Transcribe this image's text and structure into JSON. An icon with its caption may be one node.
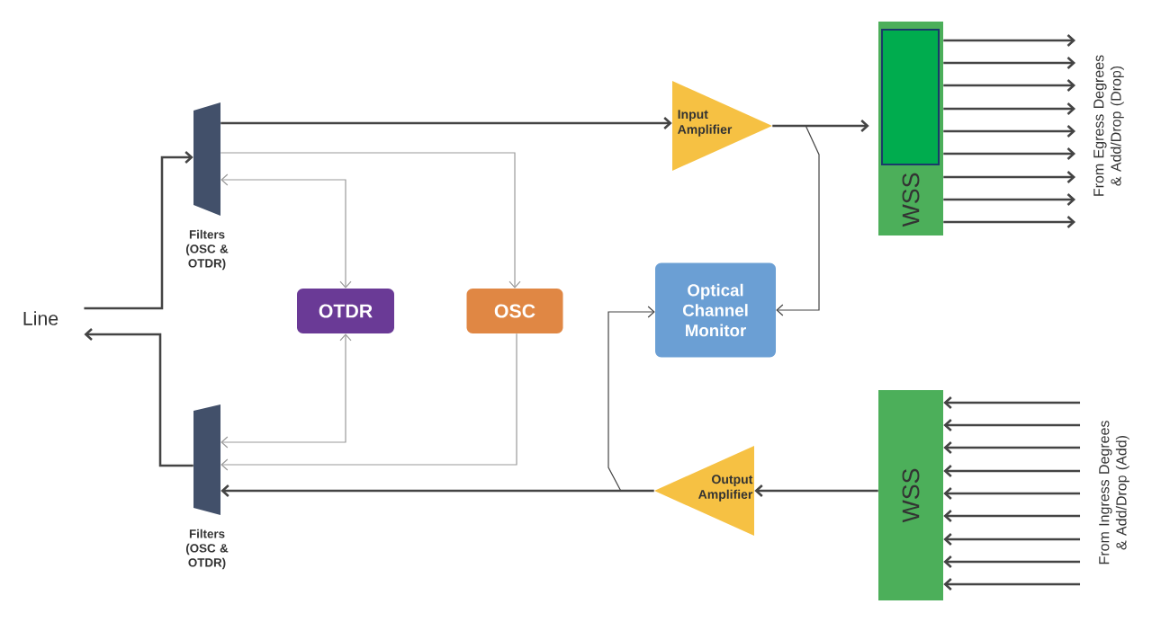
{
  "diagram": {
    "nodes": [
      {
        "text": [
          "Line"
        ]
      },
      {
        "text": [
          "Filters (OSC & OTDR)"
        ]
      },
      {
        "text": [
          "Filters (OSC & OTDR)"
        ]
      },
      {
        "text": [
          "OTDR"
        ]
      },
      {
        "text": [
          "OSC"
        ]
      },
      {
        "text": [
          "Input Amplifier"
        ]
      },
      {
        "text": [
          "Optical Channel Monitor"
        ]
      },
      {
        "text": [
          "WSS"
        ]
      },
      {
        "text": [
          "Output Amplifier"
        ]
      },
      {
        "text": [
          "WSS"
        ]
      }
    ],
    "edges": [
      {
        "from": 0,
        "to": 1,
        "arrow": "to"
      },
      {
        "from": 2,
        "to": 0,
        "arrow": "to"
      },
      {
        "from": 1,
        "to": 5,
        "arrow": "to"
      },
      {
        "from": 1,
        "to": 4,
        "arrow": "to",
        "color": "#9a9a9a"
      },
      {
        "from": 3,
        "to": 1,
        "arrow": "both",
        "color": "#9a9a9a"
      },
      {
        "from": 3,
        "to": 2,
        "arrow": "both",
        "color": "#9a9a9a"
      },
      {
        "from": 4,
        "to": 2,
        "arrow": "to",
        "color": "#9a9a9a"
      },
      {
        "from": 5,
        "to": 7,
        "arrow": "to"
      },
      {
        "from": 5,
        "to": 6,
        "arrow": "to"
      },
      {
        "from": 9,
        "to": 8,
        "arrow": "to"
      },
      {
        "from": 8,
        "to": 2,
        "arrow": "to"
      },
      {
        "from": 8,
        "to": 6,
        "arrow": "to"
      },
      {
        "from": 7,
        "to": null,
        "arrow": "to"
      },
      {
        "from": 7,
        "to": null,
        "arrow": "to"
      },
      {
        "from": 7,
        "to": null,
        "arrow": "to"
      },
      {
        "from": 7,
        "to": null,
        "arrow": "to"
      },
      {
        "from": 7,
        "to": null,
        "arrow": "to"
      },
      {
        "from": 7,
        "to": null,
        "arrow": "to"
      },
      {
        "from": 7,
        "to": null,
        "arrow": "to"
      },
      {
        "from": 7,
        "to": null,
        "arrow": "to"
      },
      {
        "from": 7,
        "to": null,
        "arrow": "to"
      },
      {
        "from": null,
        "to": 9,
        "arrow": "to"
      },
      {
        "from": null,
        "to": 9,
        "arrow": "to"
      },
      {
        "from": null,
        "to": 9,
        "arrow": "to"
      },
      {
        "from": null,
        "to": 9,
        "arrow": "to"
      },
      {
        "from": null,
        "to": 9,
        "arrow": "to"
      },
      {
        "from": null,
        "to": 9,
        "arrow": "to"
      },
      {
        "from": null,
        "to": 9,
        "arrow": "to"
      },
      {
        "from": null,
        "to": 9,
        "arrow": "to"
      },
      {
        "from": null,
        "to": 9,
        "arrow": "to"
      }
    ],
    "labels": [
      "From Egress Degrees & Add/Drop (Drop)",
      "From Ingress Degrees & Add/Drop (Add)"
    ]
  }
}
